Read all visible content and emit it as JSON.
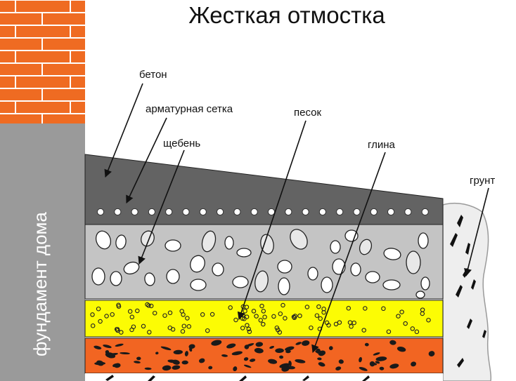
{
  "title": "Жесткая отмостка",
  "labels": {
    "concrete": "бетон",
    "mesh": "арматурная сетка",
    "gravel": "щебень",
    "sand": "песок",
    "clay": "глина",
    "soil": "грунт",
    "foundation": "фундамент дома"
  },
  "colors": {
    "brick": "#ef6b22",
    "mortar": "#ffffff",
    "foundation": "#9a9a9a",
    "concrete": "#636363",
    "gravel_layer": "#c4c4c4",
    "sand_layer": "#fcfc04",
    "clay_layer": "#f26522",
    "soil": "#eeeeee",
    "outline": "#222222"
  }
}
